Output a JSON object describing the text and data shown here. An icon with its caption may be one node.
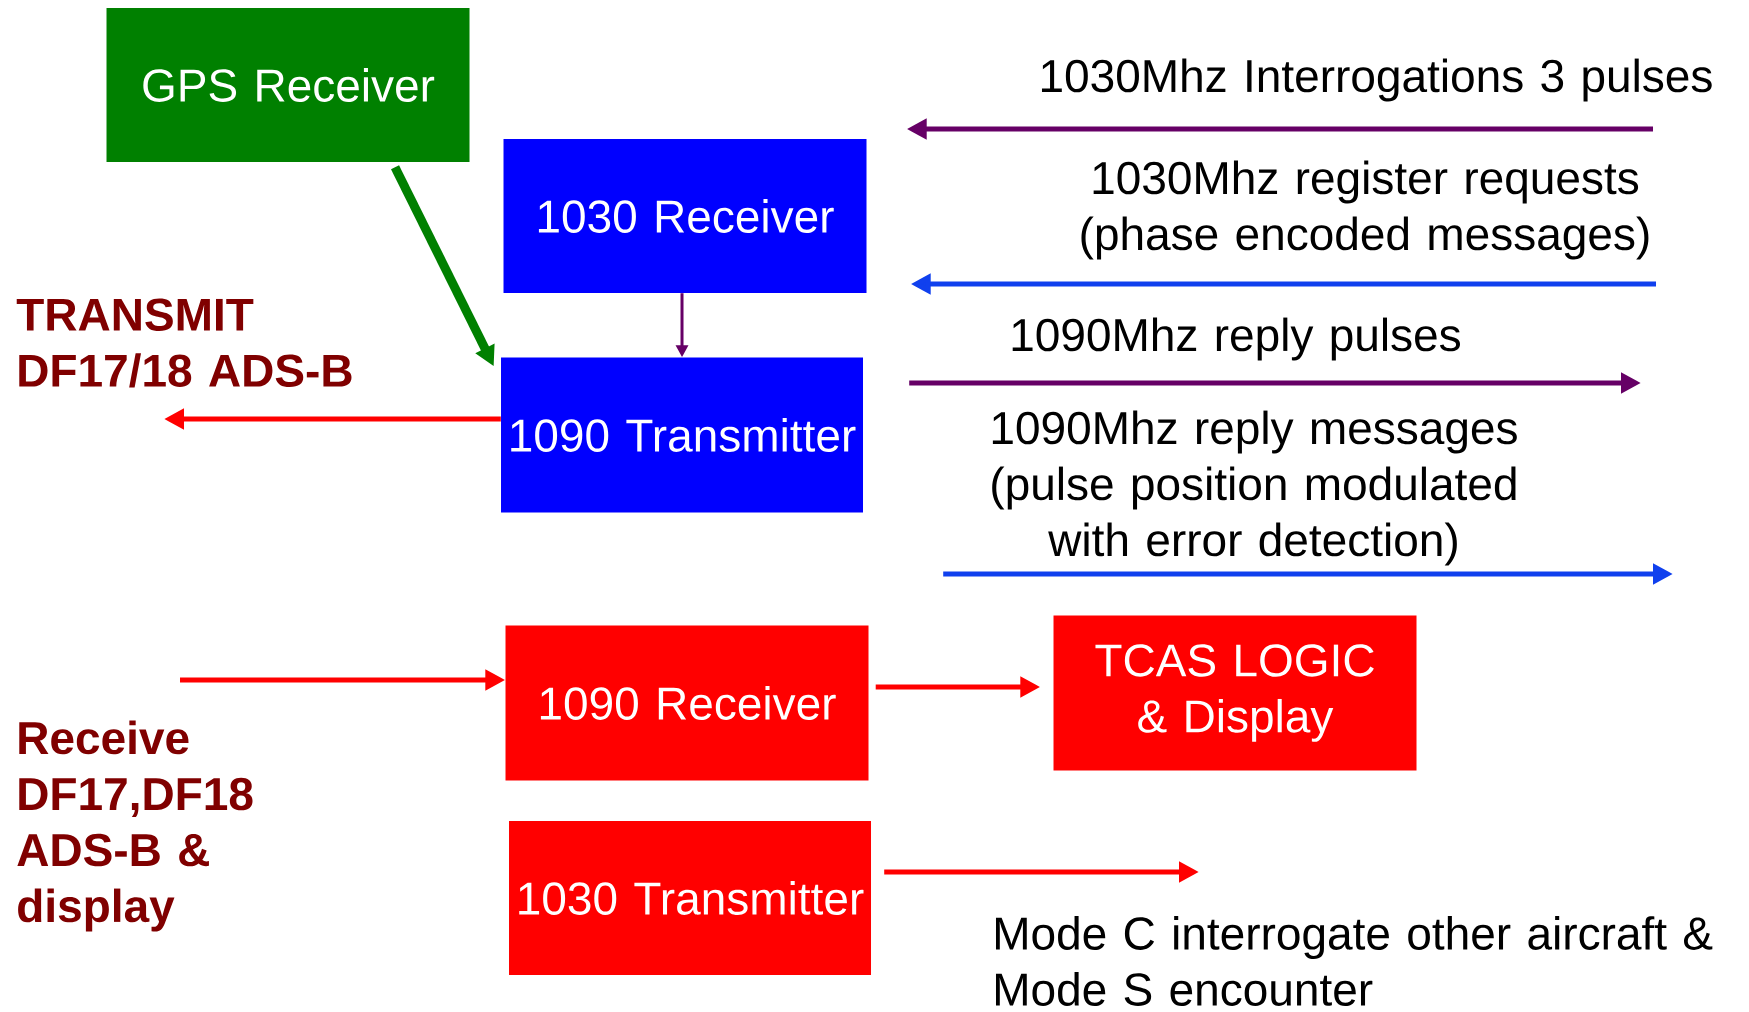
{
  "diagram": {
    "nodes": [
      {
        "text": [
          "GPS Receiver"
        ]
      },
      {
        "text": [
          "1030 Receiver"
        ]
      },
      {
        "text": [
          "1090 Transmitter"
        ]
      },
      {
        "text": [
          "1090 Receiver"
        ]
      },
      {
        "text": [
          "TCAS LOGIC & Display"
        ]
      },
      {
        "text": [
          "1030 Transmitter"
        ]
      },
      {
        "text": [
          "TRANSMIT DF17/18 ADS-B"
        ]
      }
    ],
    "edges": [
      {
        "from": 0,
        "to": 2,
        "arrow": "to",
        "style": "thick",
        "color": "#008000"
      },
      {
        "from": 1,
        "to": 2,
        "arrow": "to",
        "color": "#660066"
      },
      {
        "from": 2,
        "to": 6,
        "arrow": "to"
      },
      {
        "from": null,
        "to": 1,
        "arrow": "to",
        "color": "#660066",
        "label": "1030Mhz  Interrogations 3 pulses"
      },
      {
        "from": null,
        "to": 1,
        "arrow": "to",
        "color": "#1040ee",
        "label": "1030Mhz  register requests (phase encoded messages)"
      },
      {
        "from": 2,
        "to": null,
        "arrow": "to",
        "color": "#660066",
        "label": "1090Mhz reply pulses"
      },
      {
        "from": 2,
        "to": null,
        "arrow": "to",
        "color": "#1040ee",
        "label": "1090Mhz reply messages (pulse position modulated with error detection)"
      },
      {
        "from": null,
        "to": 3,
        "arrow": "to"
      },
      {
        "from": 3,
        "to": 4,
        "arrow": "to"
      },
      {
        "from": 5,
        "to": null,
        "arrow": "to",
        "label": "Mode C interrogate other aircraft & Mode S encounter"
      }
    ],
    "labels": [
      "Receive DF17,DF18 ADS-B & display"
    ]
  }
}
